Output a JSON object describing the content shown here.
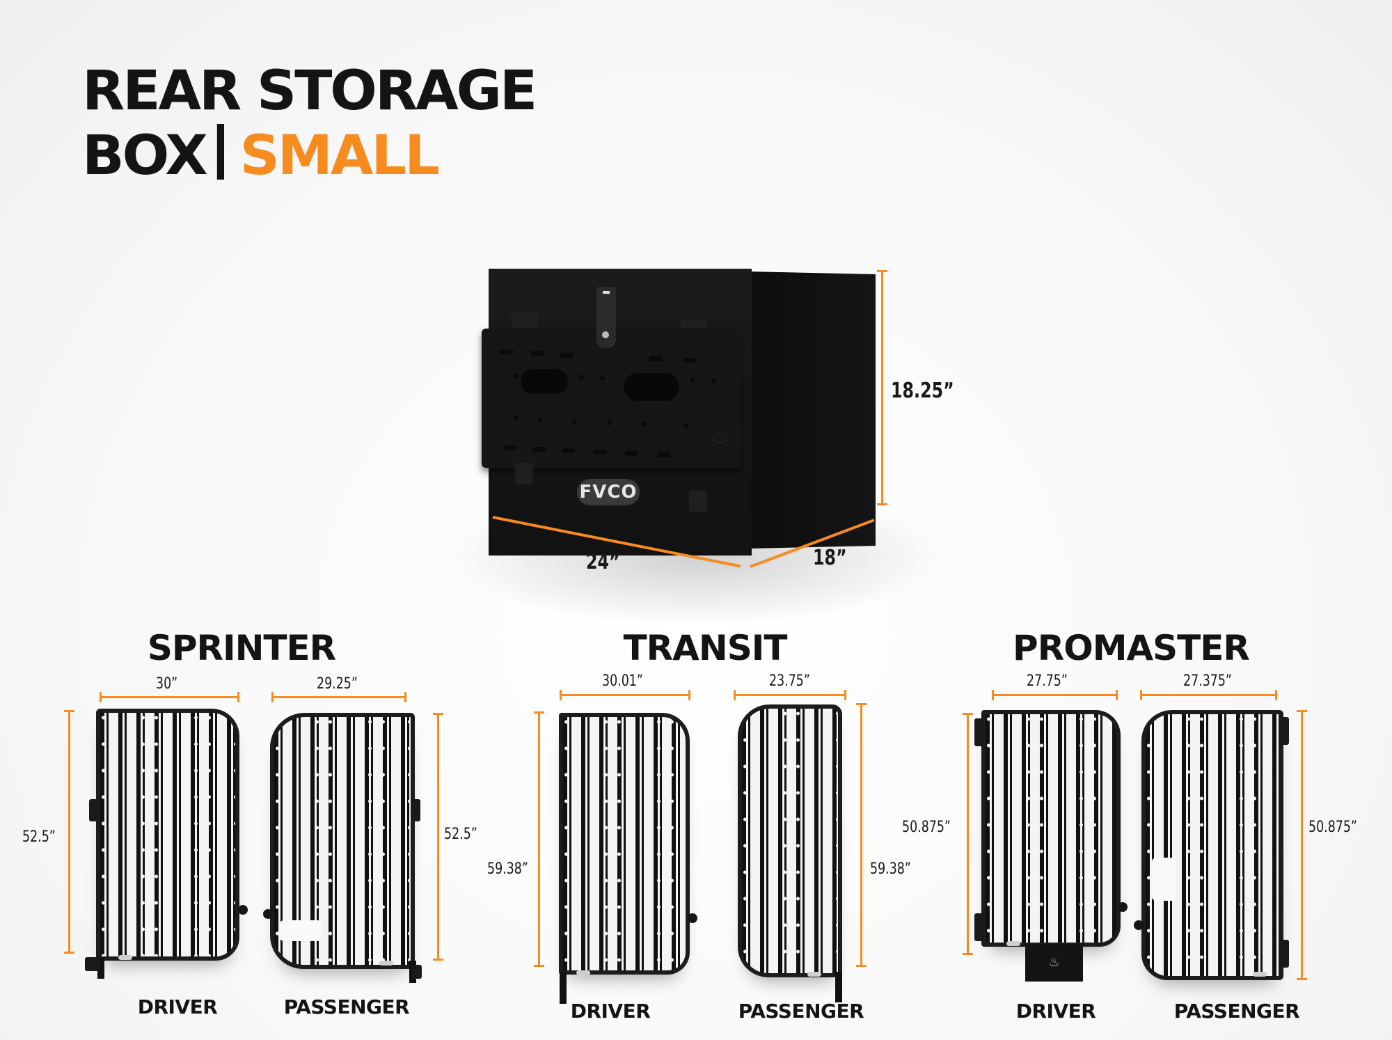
{
  "header": {
    "title_line1": "REAR STORAGE",
    "title_line2_main": "BOX",
    "title_line2_accent": "SMALL"
  },
  "colors": {
    "accent": "#f68b1f",
    "text": "#141414",
    "product": "#111111"
  },
  "box": {
    "brand_badge": "FVCO",
    "icons": [
      "fvco-logo-icon",
      "campfire-icon",
      "latch-lock-icon"
    ],
    "dimensions": {
      "height": "18.25”",
      "width": "24”",
      "depth": "18”"
    }
  },
  "vans": [
    {
      "name": "SPRINTER",
      "driver": {
        "label": "DRIVER",
        "width": "30”",
        "height": "52.5”"
      },
      "passenger": {
        "label": "PASSENGER",
        "width": "29.25”",
        "height": "52.5”"
      }
    },
    {
      "name": "TRANSIT",
      "driver": {
        "label": "DRIVER",
        "width": "30.01”",
        "height": "59.38”"
      },
      "passenger": {
        "label": "PASSENGER",
        "width": "23.75”",
        "height": "59.38”"
      }
    },
    {
      "name": "PROMASTER",
      "driver": {
        "label": "DRIVER",
        "width": "27.75”",
        "height": "50.875”"
      },
      "passenger": {
        "label": "PASSENGER",
        "width": "27.375”",
        "height": "50.875”"
      }
    }
  ]
}
